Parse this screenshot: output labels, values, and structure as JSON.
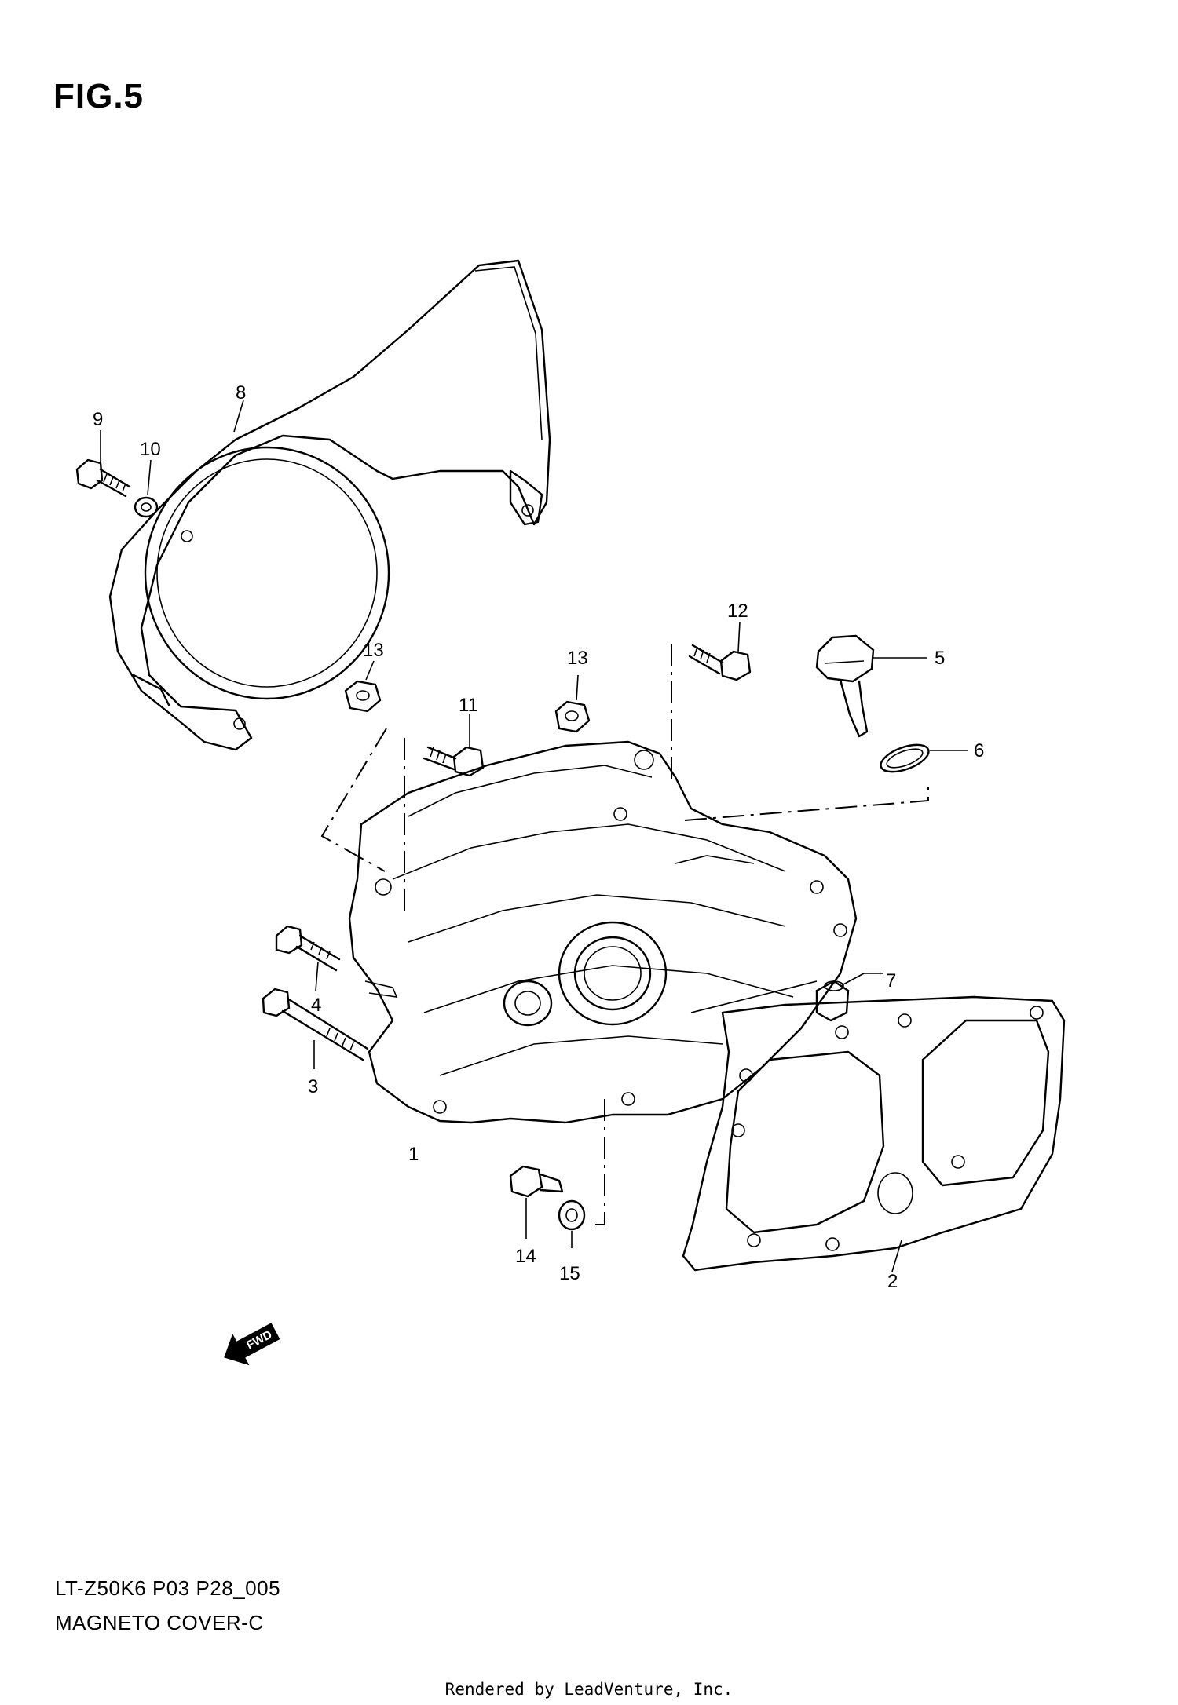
{
  "figure": {
    "title": "FIG.5",
    "model_code": "LT-Z50K6 P03 P28_005",
    "part_name": "MAGNETO COVER-C"
  },
  "callouts": {
    "c1": "1",
    "c2": "2",
    "c3": "3",
    "c4": "4",
    "c5": "5",
    "c6": "6",
    "c7": "7",
    "c8": "8",
    "c9": "9",
    "c10": "10",
    "c11": "11",
    "c12": "12",
    "c13a": "13",
    "c13b": "13",
    "c14": "14",
    "c15": "15"
  },
  "fwd_label": "FWD",
  "footer": "Rendered by LeadVenture, Inc.",
  "icons": {
    "forward": "fwd-arrow-icon"
  }
}
